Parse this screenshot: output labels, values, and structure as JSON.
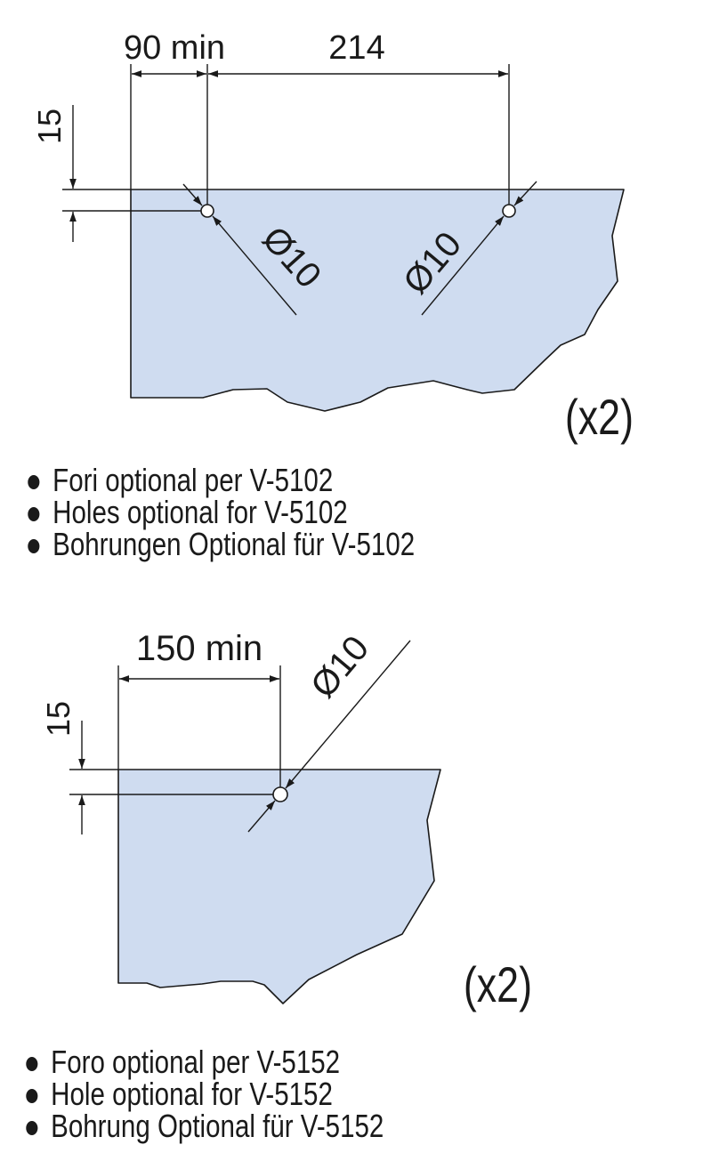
{
  "colors": {
    "plate_fill": "#cfdcf0",
    "line": "#1a1a1a"
  },
  "diagram1": {
    "dim_edge_left": "90 min",
    "dim_hole_spacing": "214",
    "dim_depth": "15",
    "dim_hole_left": "Ø10",
    "dim_hole_right": "Ø10",
    "quantity": "(x2)",
    "notes": [
      "Fori optional per V-5102",
      "Holes optional for V-5102",
      "Bohrungen Optional für V-5102"
    ]
  },
  "diagram2": {
    "dim_edge_left": "150 min",
    "dim_depth": "15",
    "dim_hole": "Ø10",
    "quantity": "(x2)",
    "notes": [
      "Foro optional per V-5152",
      "Hole optional for V-5152",
      "Bohrung Optional für V-5152"
    ]
  }
}
